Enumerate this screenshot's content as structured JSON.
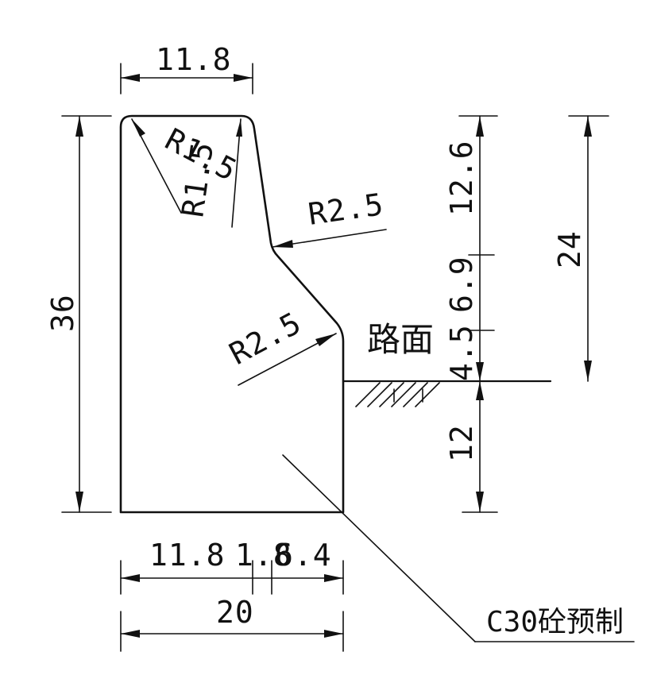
{
  "diagram": {
    "dimensions": {
      "top_width": "11.8",
      "total_height": "36",
      "upper_right": "12.6",
      "right_total": "24",
      "middle_right": "6.9",
      "lower_right": "4.5",
      "bottom_right": "12",
      "bottom_left": "11.8",
      "bottom_mid": "1.8",
      "bottom_right_seg": "6.4",
      "bottom_total": "20"
    },
    "radii": {
      "top_left": "R1.5",
      "top_right": "R1.5",
      "mid_upper": "R2.5",
      "mid_lower": "R2.5"
    },
    "labels": {
      "road_surface": "路面",
      "material": "C30砼预制"
    }
  }
}
